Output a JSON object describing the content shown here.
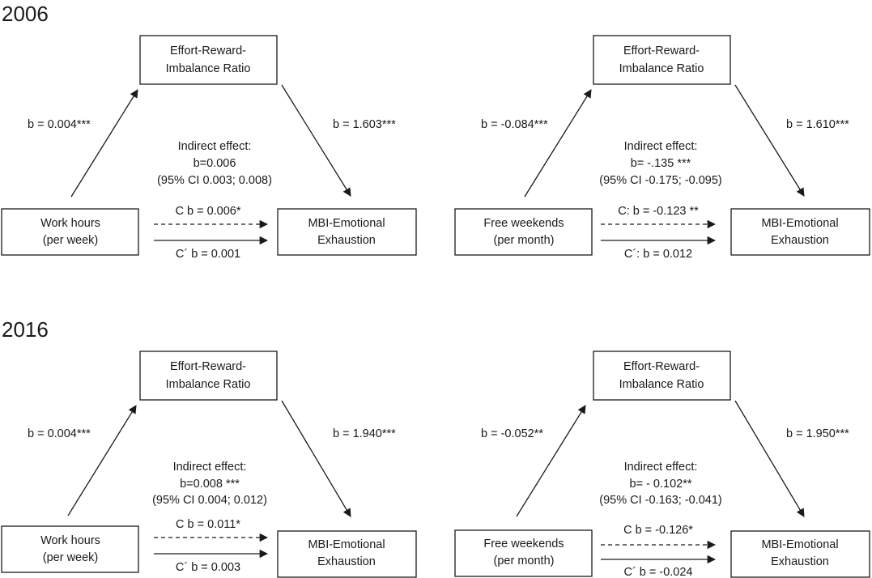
{
  "panels": [
    {
      "year": "2006",
      "mediator": [
        "Effort-Reward-",
        "Imbalance Ratio"
      ],
      "outcome": [
        "MBI-Emotional",
        "Exhaustion"
      ],
      "models": [
        {
          "predictor": [
            "Work hours",
            "(per week)"
          ],
          "a_path": "b = 0.004***",
          "b_path": "b = 1.603***",
          "indirect": [
            "Indirect effect:",
            "b=0.006",
            "(95% CI 0.003; 0.008)"
          ],
          "c_path": "C b = 0.006*",
          "c_prime_path": "C´ b = 0.001"
        },
        {
          "predictor": [
            "Free weekends",
            "(per month)"
          ],
          "a_path": "b = -0.084***",
          "b_path": "b = 1.610***",
          "indirect": [
            "Indirect effect:",
            "b= -.135 ***",
            "(95% CI -0.175; -0.095)"
          ],
          "c_path": "C: b = -0.123 **",
          "c_prime_path": "C´: b = 0.012"
        }
      ]
    },
    {
      "year": "2016",
      "mediator": [
        "Effort-Reward-",
        "Imbalance Ratio"
      ],
      "outcome": [
        "MBI-Emotional",
        "Exhaustion"
      ],
      "models": [
        {
          "predictor": [
            "Work hours",
            "(per week)"
          ],
          "a_path": "b = 0.004***",
          "b_path": "b = 1.940***",
          "indirect": [
            "Indirect effect:",
            "b=0.008 ***",
            "(95% CI 0.004; 0.012)"
          ],
          "c_path": "C b = 0.011*",
          "c_prime_path": "C´ b = 0.003"
        },
        {
          "predictor": [
            "Free weekends",
            "(per month)"
          ],
          "a_path": "b = -0.052**",
          "b_path": "b = 1.950***",
          "indirect": [
            "Indirect effect:",
            "b= - 0.102**",
            "(95% CI -0.163; -0.041)"
          ],
          "c_path": "C b = -0.126*",
          "c_prime_path": "C´ b = -0.024"
        }
      ]
    }
  ]
}
